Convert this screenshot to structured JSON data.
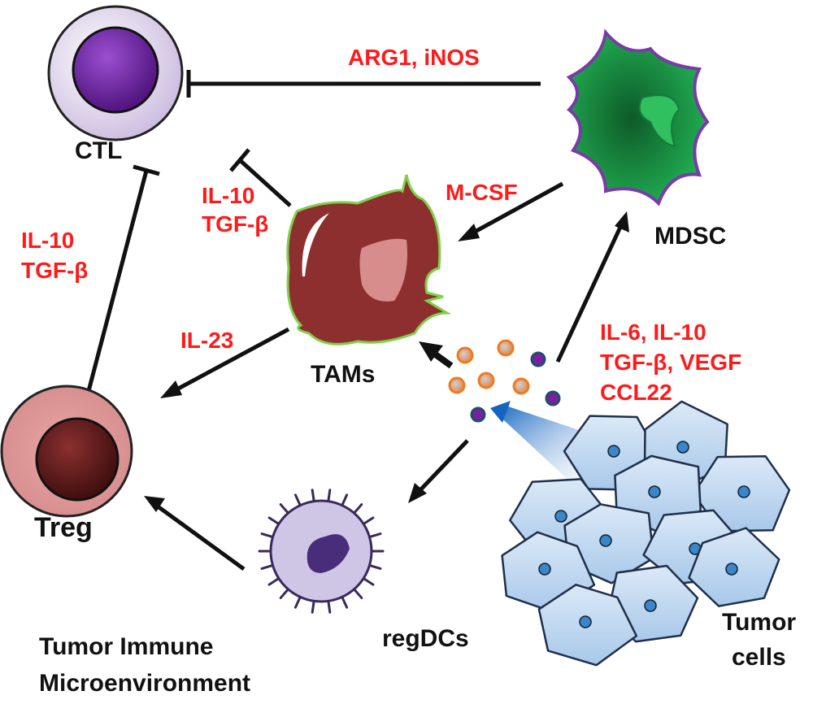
{
  "cells": {
    "ctl": "CTL",
    "mdsc": "MDSC",
    "tams": "TAMs",
    "treg": "Treg",
    "regdcs": "regDCs",
    "tumor_line1": "Tumor",
    "tumor_line2": "cells"
  },
  "signals": {
    "mdsc_to_ctl": "ARG1, iNOS",
    "mdsc_to_tams": "M-CSF",
    "tams_to_ctl_line1": "IL-10",
    "tams_to_ctl_line2": "TGF-β",
    "treg_to_ctl_line1": "IL-10",
    "treg_to_ctl_line2": "TGF-β",
    "tams_to_treg": "IL-23",
    "tumor_line1": "IL-6, IL-10",
    "tumor_line2": "TGF-β, VEGF",
    "tumor_line3": "CCL22"
  },
  "caption": {
    "line1": "Tumor Immune",
    "line2": "Microenvironment"
  },
  "colors": {
    "signal_text": "#ff1a1a",
    "ctl_nucleus": "#6a1fa0",
    "mdsc": "#1aa84a",
    "tams": "#8e2f2f",
    "treg": "#d99494",
    "regdcs": "#c9bfe0",
    "tumor": "#bcd6ef"
  }
}
